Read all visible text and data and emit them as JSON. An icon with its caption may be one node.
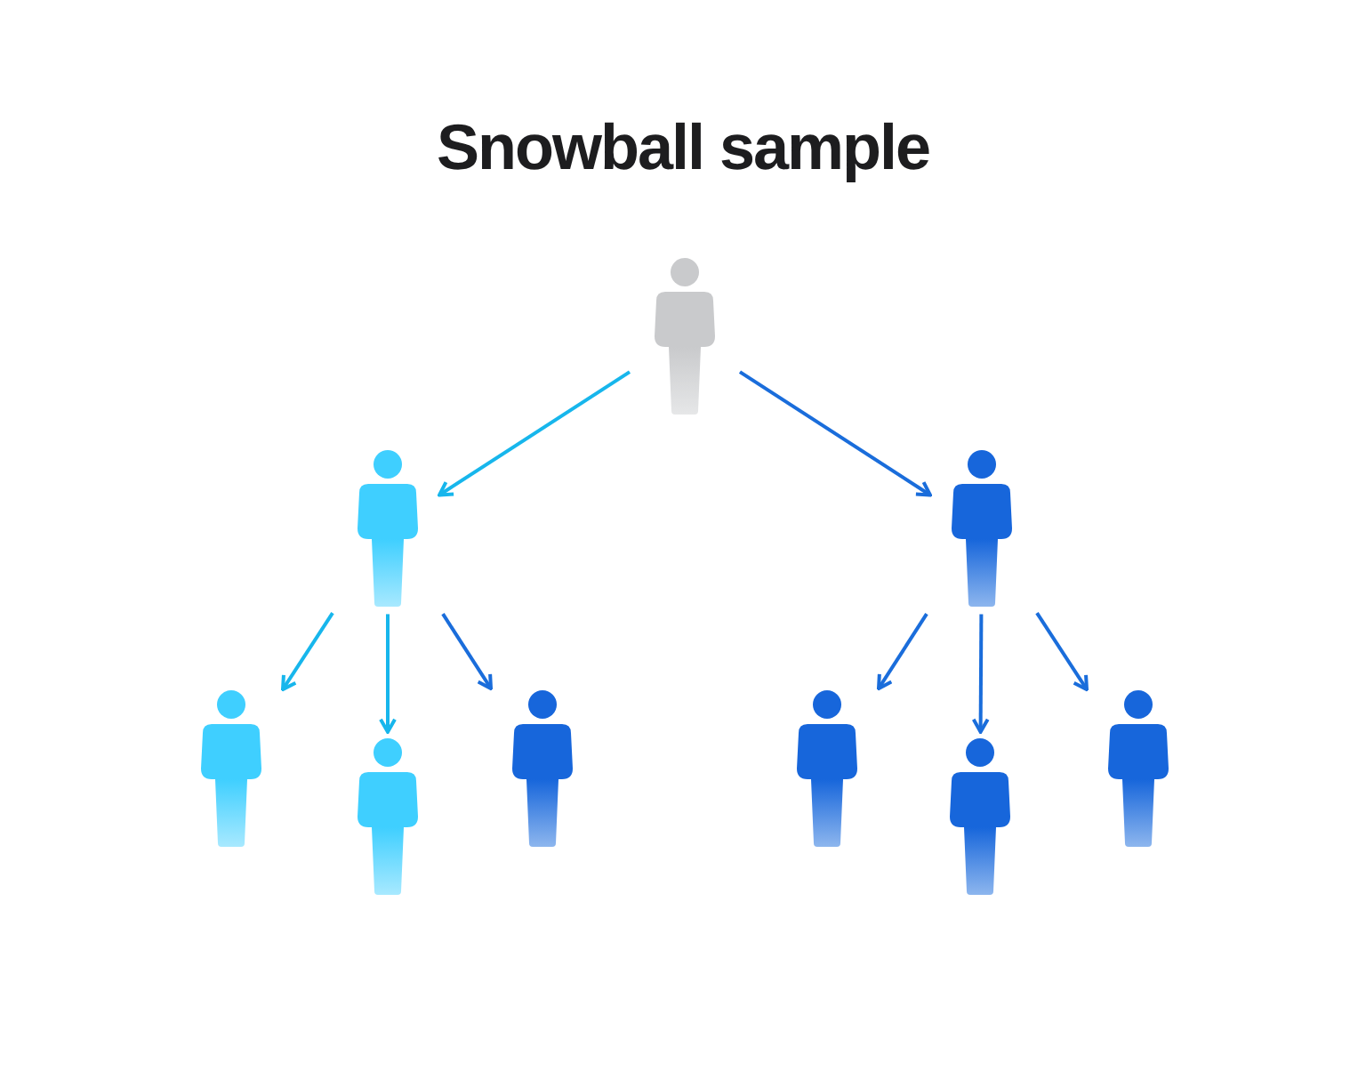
{
  "diagram": {
    "title": "Snowball sample",
    "nodes": [
      {
        "text": [],
        "shape": "person"
      },
      {
        "text": [],
        "shape": "person"
      },
      {
        "text": [],
        "shape": "person"
      },
      {
        "text": [],
        "shape": "person"
      },
      {
        "text": [],
        "shape": "person"
      },
      {
        "text": [],
        "shape": "person"
      },
      {
        "text": [],
        "shape": "person"
      },
      {
        "text": [],
        "shape": "person"
      },
      {
        "text": [],
        "shape": "person"
      }
    ],
    "edges": [
      {
        "from": 0,
        "to": 1,
        "arrow": "to",
        "color": "#17b6ec"
      },
      {
        "from": 0,
        "to": 2,
        "arrow": "to"
      },
      {
        "from": 1,
        "to": 3,
        "arrow": "to",
        "color": "#17b6ec"
      },
      {
        "from": 1,
        "to": 4,
        "arrow": "to",
        "color": "#17b6ec"
      },
      {
        "from": 1,
        "to": 5,
        "arrow": "to"
      },
      {
        "from": 2,
        "to": 6,
        "arrow": "to"
      },
      {
        "from": 2,
        "to": 7,
        "arrow": "to"
      },
      {
        "from": 2,
        "to": 8,
        "arrow": "to"
      }
    ]
  }
}
